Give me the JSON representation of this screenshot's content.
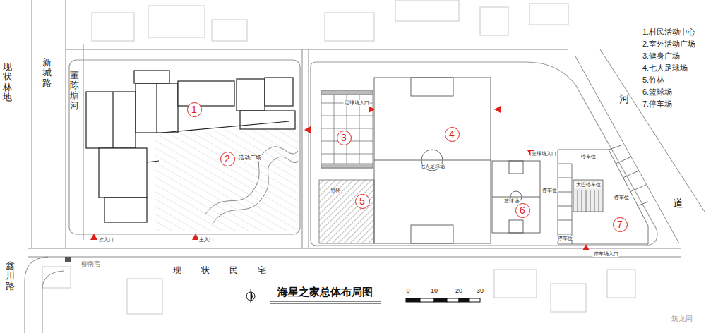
{
  "diagram": {
    "title": "海星之家总体布局图",
    "nodes": [
      {
        "text": [
          "1"
        ]
      },
      {
        "text": [
          "2"
        ]
      },
      {
        "text": [
          "3"
        ]
      },
      {
        "text": [
          "4"
        ]
      },
      {
        "text": [
          "5"
        ]
      },
      {
        "text": [
          "6"
        ]
      },
      {
        "text": [
          "7"
        ]
      }
    ],
    "labels": [
      "1.村民活动中心",
      "2.室外活动广场",
      "3.健身广场",
      "4.七人足球场",
      "5.竹林",
      "6.篮球场",
      "7.停车场",
      "0",
      "10",
      "20",
      "30",
      "现状林地",
      "新城路",
      "董陈塘河",
      "河",
      "道",
      "现状民宅",
      "鑫川路",
      "柳南宅",
      "七人足球场",
      "篮球场",
      "竹林",
      "大巴停车位",
      "停车位",
      "停车位",
      "停车位",
      "停车位",
      "主入口",
      "次入口",
      "足球场入口",
      "篮球场入口",
      "停车场入口",
      "活动广场",
      "筑龙网"
    ]
  }
}
